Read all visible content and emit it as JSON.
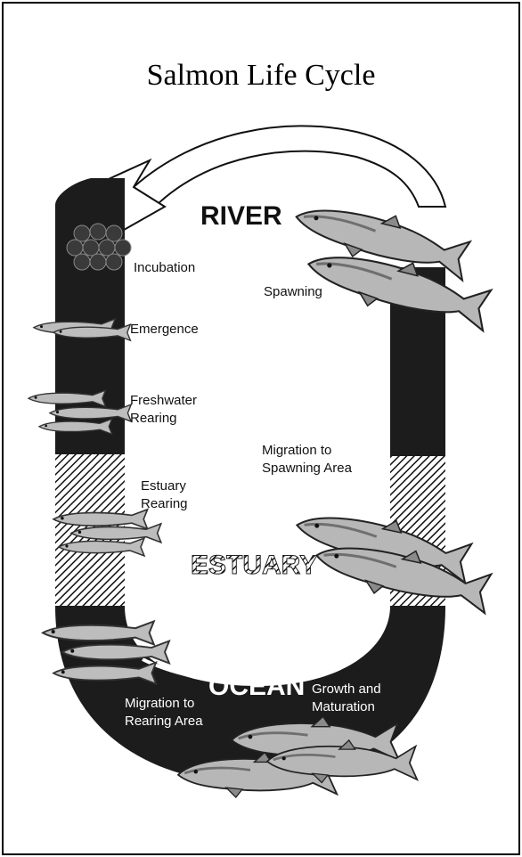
{
  "title": "Salmon Life Cycle",
  "zones": {
    "river": "RIVER",
    "estuary": "ESTUARY",
    "ocean": "OCEAN"
  },
  "stages": {
    "incubation": "Incubation",
    "emergence": "Emergence",
    "freshwater_rearing_1": "Freshwater",
    "freshwater_rearing_2": "Rearing",
    "estuary_rearing_1": "Estuary",
    "estuary_rearing_2": "Rearing",
    "migration_rearing_1": "Migration to",
    "migration_rearing_2": "Rearing Area",
    "growth_1": "Growth and",
    "growth_2": "Maturation",
    "migration_spawning_1": "Migration to",
    "migration_spawning_2": "Spawning Area",
    "spawning": "Spawning"
  },
  "colors": {
    "band": "#1c1c1c",
    "fish_body": "#b7b7b7",
    "fish_dark": "#6f6f6f",
    "egg": "#3a3a3a"
  }
}
